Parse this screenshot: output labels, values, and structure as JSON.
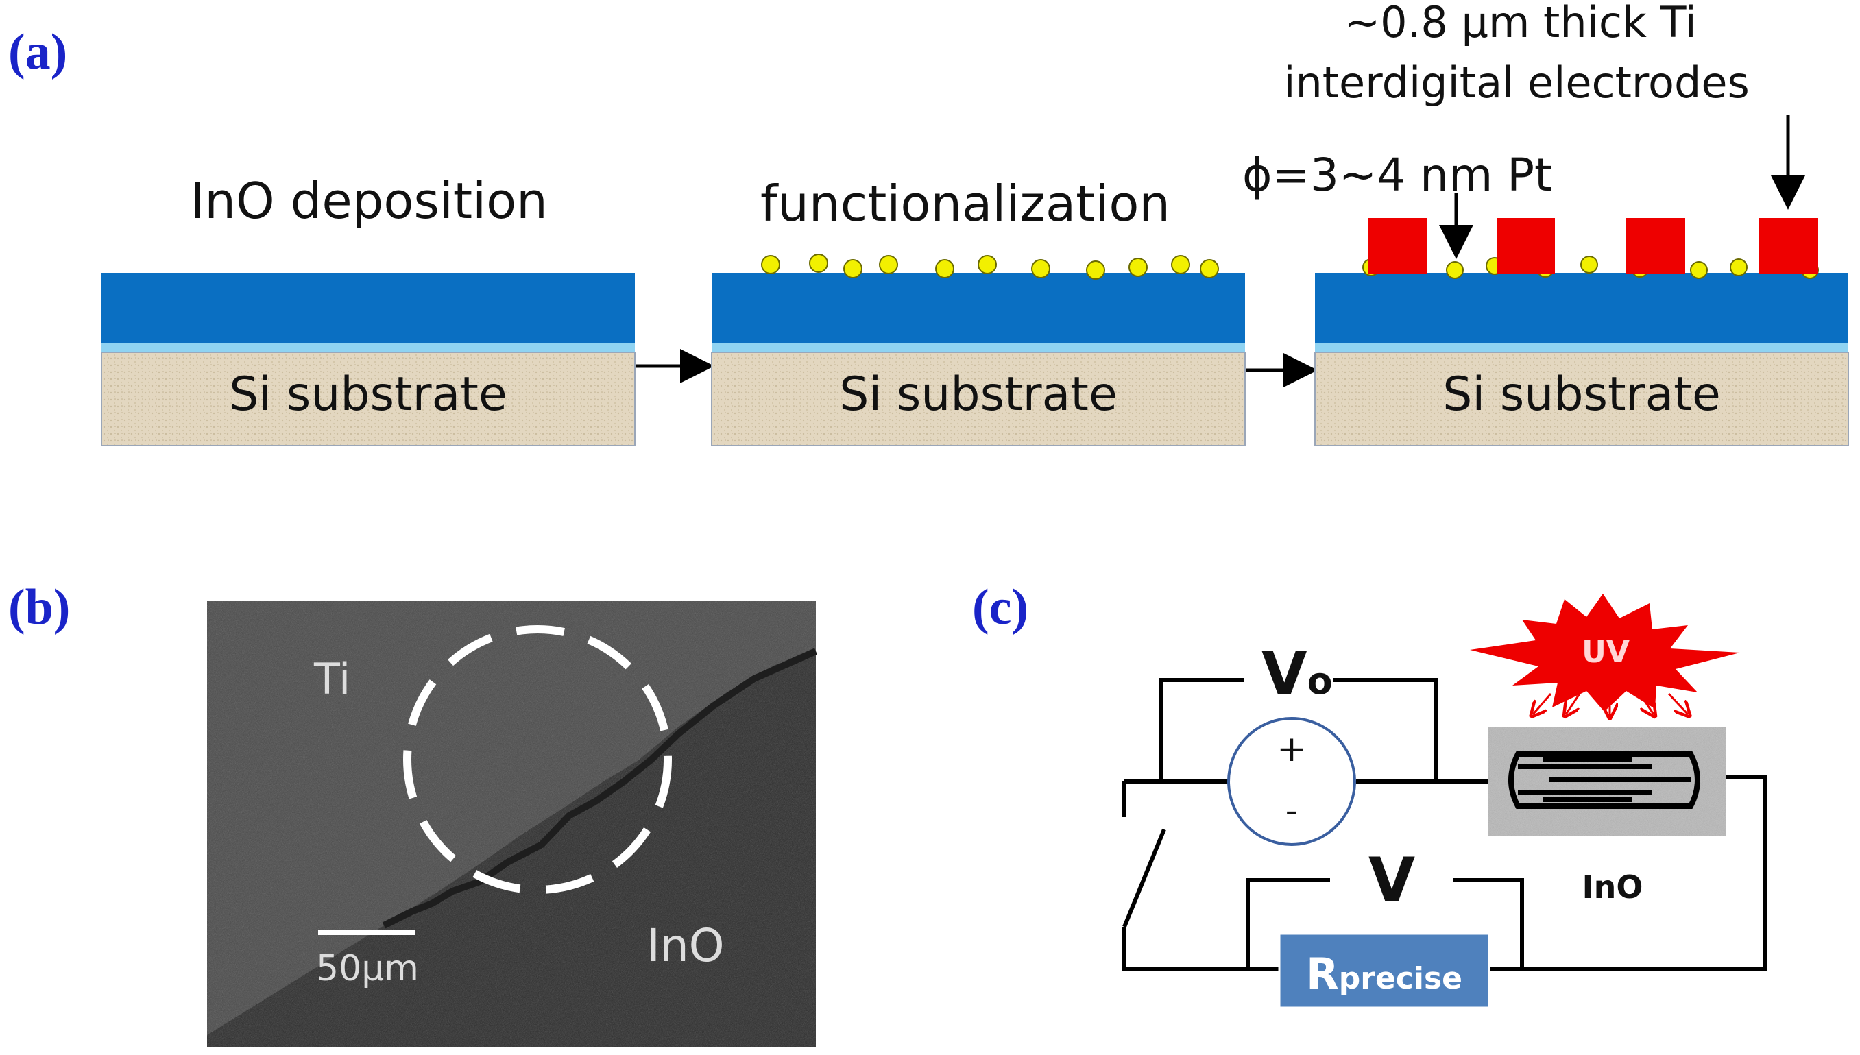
{
  "panel_labels": {
    "a": "(a)",
    "b": "(b)",
    "c": "(c)"
  },
  "panel_a": {
    "step1_title": "InO deposition",
    "step2_title": "functionalization",
    "substrate_label": "Si substrate",
    "electrode_note_line1": "~0.8 μm thick Ti",
    "electrode_note_line2": "interdigital electrodes",
    "particle_note": "ϕ=3~4 nm Pt",
    "colors": {
      "inO_layer": "#0a6fc2",
      "interface": "#8fd3f2",
      "substrate": "#e3d7c0",
      "pt_particles": "#f2f000",
      "ti_electrodes": "#ee0000"
    }
  },
  "panel_b": {
    "label_ti": "Ti",
    "label_ino": "InO",
    "scale_bar": "50μm"
  },
  "panel_c": {
    "source_label": "V",
    "source_subscript": "o",
    "plus": "+",
    "minus": "-",
    "voltmeter_label": "V",
    "uv_label": "UV",
    "sensor_label": "InO",
    "resistor_label": "R",
    "resistor_subscript": "precise",
    "colors": {
      "uv": "#ee0000",
      "resistor": "#4f81bd",
      "source_ring": "#3a5fa0"
    }
  }
}
